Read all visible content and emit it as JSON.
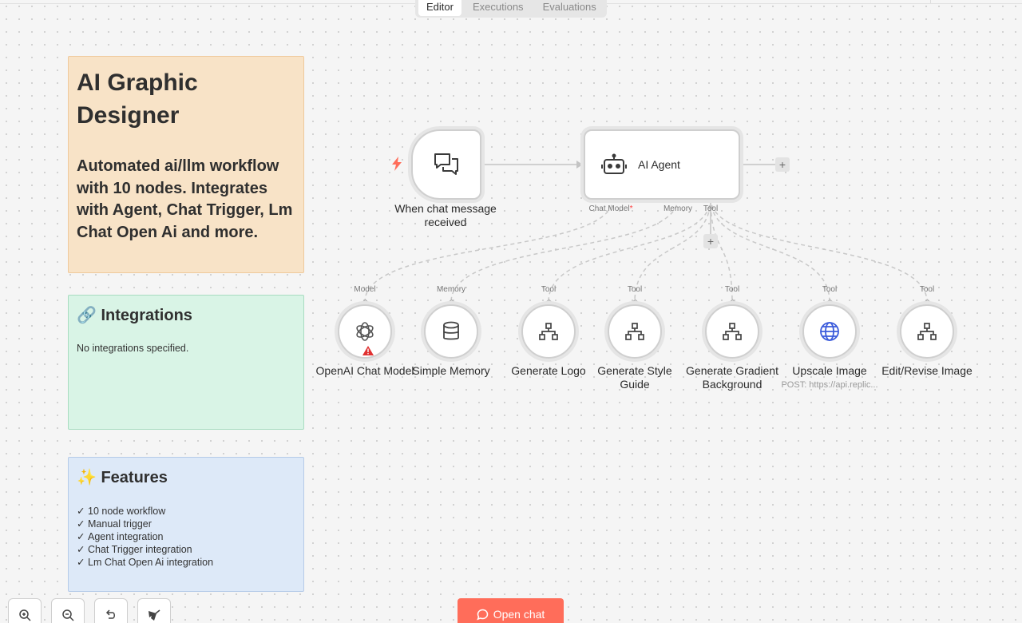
{
  "tabs": [
    {
      "label": "Editor",
      "active": true
    },
    {
      "label": "Executions",
      "active": false
    },
    {
      "label": "Evaluations",
      "active": false
    }
  ],
  "notes": {
    "main": {
      "title": "AI Graphic Designer",
      "description": "Automated ai/llm workflow with 10 nodes. Integrates with Agent, Chat Trigger, Lm Chat Open Ai and more."
    },
    "integrations": {
      "title": "🔗 Integrations",
      "body": "No integrations specified."
    },
    "features": {
      "title": "✨ Features",
      "items": [
        "10 node workflow",
        "Manual trigger",
        "Agent integration",
        "Chat Trigger integration",
        "Lm Chat Open Ai integration"
      ]
    }
  },
  "trigger": {
    "label": "When chat message received"
  },
  "agent": {
    "label": "AI Agent",
    "ports": {
      "chat_model": "Chat Model",
      "required_mark": "*",
      "memory": "Memory",
      "tool": "Tool"
    }
  },
  "sub_nodes": [
    {
      "port": "Model",
      "label": "OpenAI Chat Model",
      "icon": "openai-icon",
      "warning": true
    },
    {
      "port": "Memory",
      "label": "Simple Memory",
      "icon": "database-icon"
    },
    {
      "port": "Tool",
      "label": "Generate Logo",
      "icon": "workflow-icon"
    },
    {
      "port": "Tool",
      "label": "Generate Style Guide",
      "icon": "workflow-icon"
    },
    {
      "port": "Tool",
      "label": "Generate Gradient Background",
      "icon": "workflow-icon"
    },
    {
      "port": "Tool",
      "label": "Upscale Image",
      "icon": "globe-icon",
      "subtitle": "POST: https://api.replic..."
    },
    {
      "port": "Tool",
      "label": "Edit/Revise Image",
      "icon": "workflow-icon"
    }
  ],
  "buttons": {
    "open_chat": "Open chat",
    "plus": "+"
  },
  "colors": {
    "accent": "#ff6d5a",
    "globe": "#3b5bdb",
    "warning": "#e03131"
  }
}
